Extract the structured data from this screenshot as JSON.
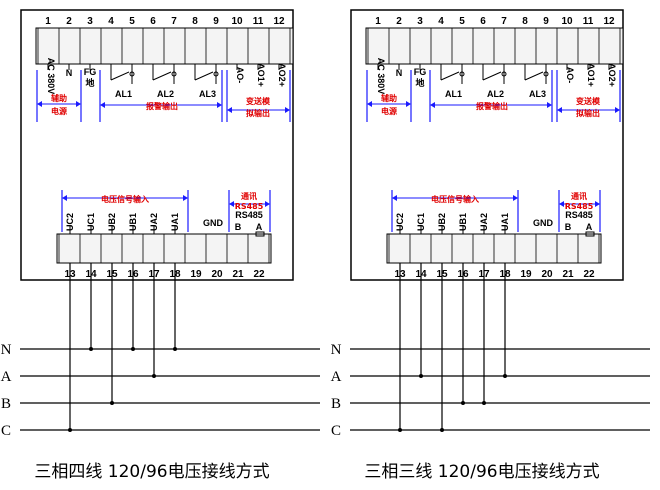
{
  "diagrams": [
    {
      "caption": "三相四线 120/96电压接线方式",
      "connections": {
        "UC2": "C",
        "UC1": "N",
        "UB2": "B",
        "UB1": "N",
        "UA2": "A",
        "UA1": "N"
      }
    },
    {
      "caption": "三相三线 120/96电压接线方式",
      "connections": {
        "UC2": "C",
        "UC1": "A",
        "UB2": "C",
        "UB1": "B",
        "UA2": "B",
        "UA1": "A"
      }
    }
  ],
  "top_terminals": [
    "1",
    "2",
    "3",
    "4",
    "5",
    "6",
    "7",
    "8",
    "9",
    "10",
    "11",
    "12"
  ],
  "bottom_terminals": [
    "13",
    "14",
    "15",
    "16",
    "17",
    "18",
    "19",
    "20",
    "21",
    "22"
  ],
  "top_labels": {
    "aux_ac": "AC 380V",
    "n": "N",
    "fg": "FG",
    "fg_ground": "地",
    "al1": "AL1",
    "al2": "AL2",
    "al3": "AL3",
    "ao_minus": "AO-",
    "ao1_plus": "AO1+",
    "ao2_plus": "AO2+"
  },
  "groups": {
    "aux_power": [
      "辅助",
      "电源"
    ],
    "alarm_output": "报警输出",
    "analog_output": [
      "变送模",
      "拟输出"
    ],
    "voltage_input": "电压信号输入",
    "comm": "通讯",
    "rs485": "RS485"
  },
  "bottom_labels": [
    "UC2",
    "UC1",
    "UB2",
    "UB1",
    "UA2",
    "UA1",
    "GND",
    "B",
    "A"
  ],
  "phases": [
    "N",
    "A",
    "B",
    "C"
  ],
  "colors": {
    "annotation": "#1a1aff",
    "text_red": "#e00000",
    "line": "#000000"
  }
}
